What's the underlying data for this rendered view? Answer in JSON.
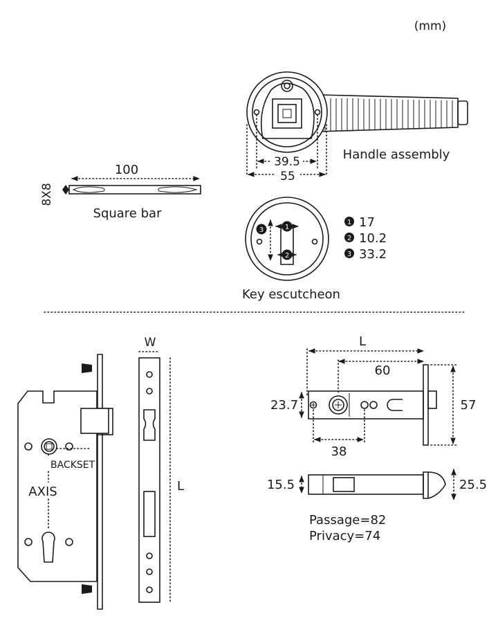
{
  "unit": "(mm)",
  "square_bar": {
    "length": "100",
    "section": "8X8",
    "caption": "Square bar"
  },
  "handle_assembly": {
    "dim_inner": "39.5",
    "dim_outer": "55",
    "caption": "Handle assembly"
  },
  "key_escutcheon": {
    "caption": "Key escutcheon",
    "markers": [
      "1",
      "2",
      "3"
    ],
    "legend": [
      {
        "num": "1",
        "value": "17"
      },
      {
        "num": "2",
        "value": "10.2"
      },
      {
        "num": "3",
        "value": "33.2"
      }
    ]
  },
  "mortise_lock": {
    "backset_label": "BACKSET",
    "axis_label": "AXIS",
    "faceplate_width_label": "W",
    "faceplate_length_label": "L"
  },
  "latch": {
    "length_label": "L",
    "backset": "60",
    "plate_height": "57",
    "body_height": "23.7",
    "spacing": "38",
    "side_thickness": "15.5",
    "side_plate_height": "25.5",
    "passage": "Passage=82",
    "privacy": "Privacy=74"
  }
}
